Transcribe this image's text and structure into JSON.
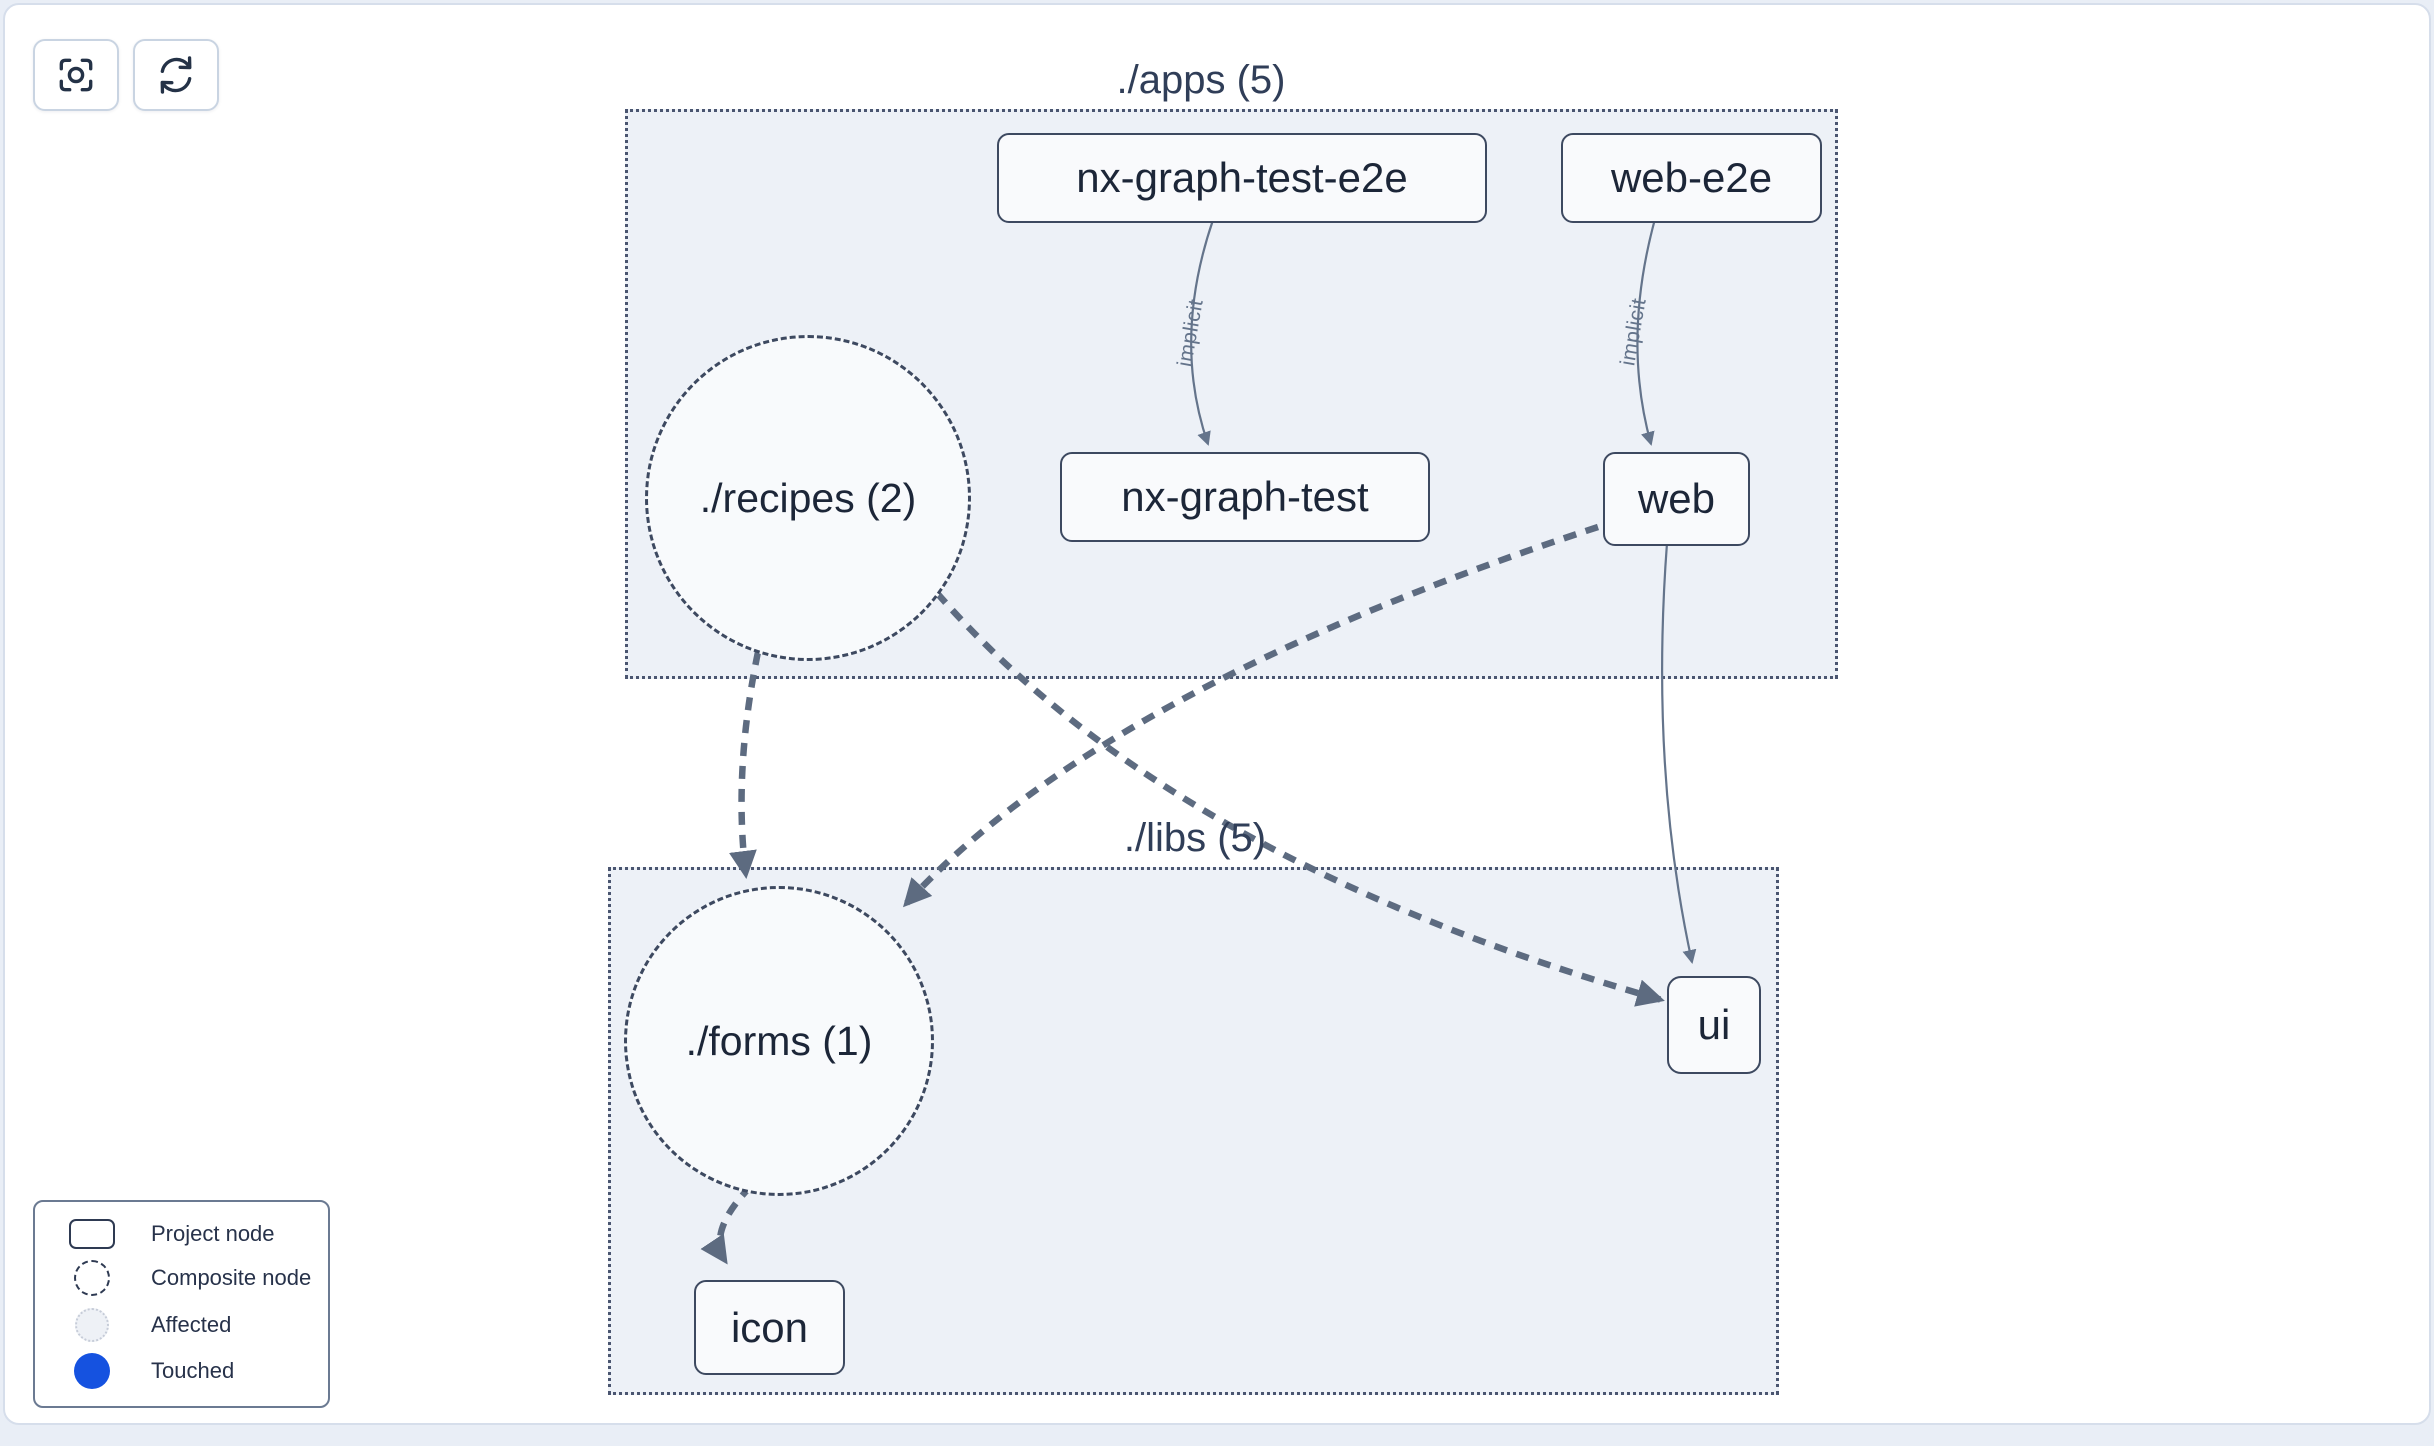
{
  "toolbar": {
    "focus_button": {
      "icon": "focus-icon"
    },
    "refresh_button": {
      "icon": "refresh-icon"
    }
  },
  "graph": {
    "clusters": [
      {
        "id": "apps",
        "label": "./apps (5)"
      },
      {
        "id": "libs",
        "label": "./libs (5)"
      }
    ],
    "nodes": [
      {
        "id": "nx-graph-test-e2e",
        "label": "nx-graph-test-e2e",
        "type": "project"
      },
      {
        "id": "web-e2e",
        "label": "web-e2e",
        "type": "project"
      },
      {
        "id": "recipes",
        "label": "./recipes (2)",
        "type": "composite"
      },
      {
        "id": "nx-graph-test",
        "label": "nx-graph-test",
        "type": "project"
      },
      {
        "id": "web",
        "label": "web",
        "type": "project"
      },
      {
        "id": "forms",
        "label": "./forms (1)",
        "type": "composite"
      },
      {
        "id": "ui",
        "label": "ui",
        "type": "project"
      },
      {
        "id": "icon",
        "label": "icon",
        "type": "project"
      }
    ],
    "edges": [
      {
        "from": "nx-graph-test-e2e",
        "to": "nx-graph-test",
        "label": "implicit",
        "style": "solid-thin"
      },
      {
        "from": "web-e2e",
        "to": "web",
        "label": "implicit",
        "style": "solid-thin"
      },
      {
        "from": "recipes",
        "to": "forms",
        "label": "",
        "style": "thick-dashed"
      },
      {
        "from": "recipes",
        "to": "ui",
        "label": "",
        "style": "thick-dashed"
      },
      {
        "from": "web",
        "to": "forms",
        "label": "",
        "style": "thick-dashed"
      },
      {
        "from": "web",
        "to": "ui",
        "label": "",
        "style": "solid-thin"
      },
      {
        "from": "forms",
        "to": "icon",
        "label": "",
        "style": "thick-dashed"
      }
    ]
  },
  "legend": {
    "items": [
      {
        "swatch": "project-node-swatch",
        "label": "Project node"
      },
      {
        "swatch": "composite-node-swatch",
        "label": "Composite node"
      },
      {
        "swatch": "affected-swatch",
        "label": "Affected"
      },
      {
        "swatch": "touched-swatch",
        "label": "Touched"
      }
    ]
  },
  "colors": {
    "touched_blue": "#1552e0",
    "affected_fill": "#eef1f6",
    "cluster_fill": "#edf1f7",
    "node_fill": "#f9fafc",
    "node_border": "#3d4960",
    "edge_thin": "#64748b",
    "edge_thick": "#5d6b80",
    "canvas_border": "#d6deeb"
  }
}
